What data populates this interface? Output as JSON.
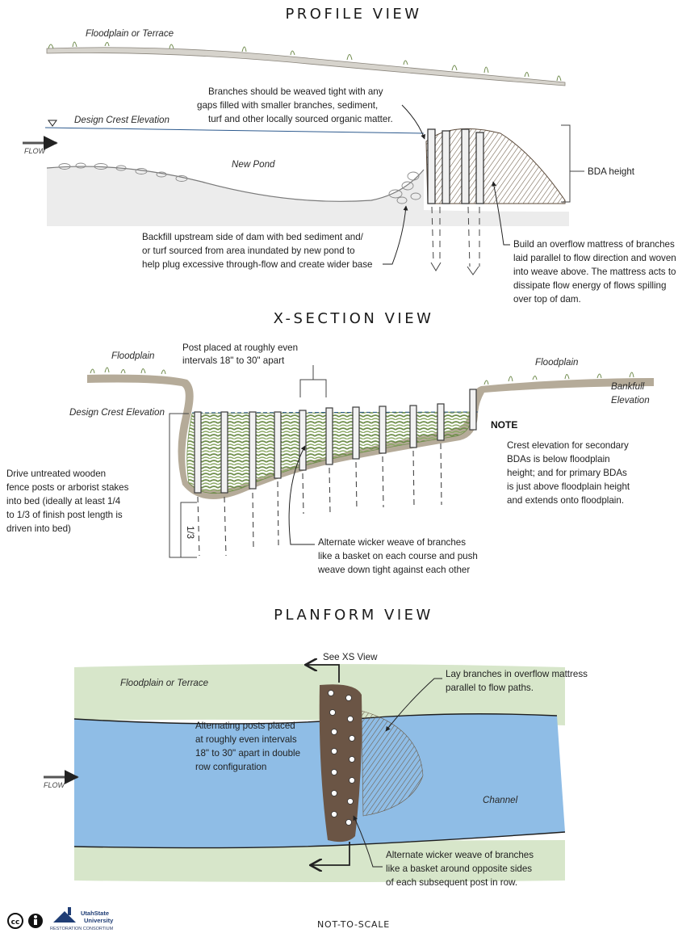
{
  "profile": {
    "title": "PROFILE VIEW",
    "floodplain_label": "Floodplain or Terrace",
    "crest_label": "Design Crest Elevation",
    "flow_label": "FLOW",
    "pond_label": "New Pond",
    "bda_height_label": "BDA height",
    "branches_note": [
      "Branches should be weaved tight with any",
      "gaps filled with smaller branches, sediment,",
      "turf and other locally sourced organic matter."
    ],
    "backfill_note": [
      "Backfill upstream side of dam with bed sediment and/",
      "or turf sourced from area inundated by new pond to",
      "help plug excessive through-flow and create wider base"
    ],
    "mattress_note": [
      "Build an overflow mattress of branches",
      "laid parallel to flow direction and woven",
      "into weave above. The mattress acts to",
      "dissipate flow energy of flows spilling",
      "over top of dam."
    ]
  },
  "xsection": {
    "title": "X-SECTION VIEW",
    "floodplain_left": "Floodplain",
    "floodplain_right": "Floodplain",
    "bankfull_label": [
      "Bankfull",
      "Elevation"
    ],
    "crest_label": "Design Crest Elevation",
    "post_note": [
      "Post placed at roughly even",
      "intervals 18\" to 30\" apart"
    ],
    "drive_note": [
      "Drive untreated wooden",
      "fence posts or arborist stakes",
      "into bed (ideally  at least 1/4",
      "to 1/3 of finish post length is",
      "driven into  bed)"
    ],
    "third_label": "1/3",
    "note_heading": "NOTE",
    "note_text": [
      "Crest elevation for secondary",
      "BDAs is below floodplain",
      "height; and for primary BDAs",
      "is just above floodplain height",
      "and extends onto floodplain."
    ],
    "weave_note": [
      "Alternate wicker weave of branches",
      "like a basket on each course and push",
      "weave down tight against each other"
    ]
  },
  "planform": {
    "title": "PLANFORM VIEW",
    "see_xs": "See XS View",
    "floodplain_label": "Floodplain or Terrace",
    "mattress_note": [
      "Lay branches in overflow mattress",
      "parallel to flow paths."
    ],
    "posts_note": [
      "Alternating posts placed",
      "at roughly even intervals",
      "18\" to 30\" apart in double",
      "row configuration"
    ],
    "flow_label": "FLOW",
    "channel_label": "Channel",
    "weave_note": [
      "Alternate wicker weave of branches",
      "like a basket around opposite sides",
      "of each subsequent post in row."
    ]
  },
  "footer": {
    "scale_label": "NOT-TO-SCALE",
    "logo_line1": "UtahState",
    "logo_line2": "University",
    "logo_line3": "RESTORATION CONSORTIUM",
    "license_text": "cc"
  },
  "colors": {
    "water": "#8fbde6",
    "floodplain_green": "#c9ddb8",
    "posts": "#e8e8e8",
    "branches": "#5b4a3a",
    "weave_green": "#7c9b58",
    "crest_line": "#2d5a8e"
  }
}
